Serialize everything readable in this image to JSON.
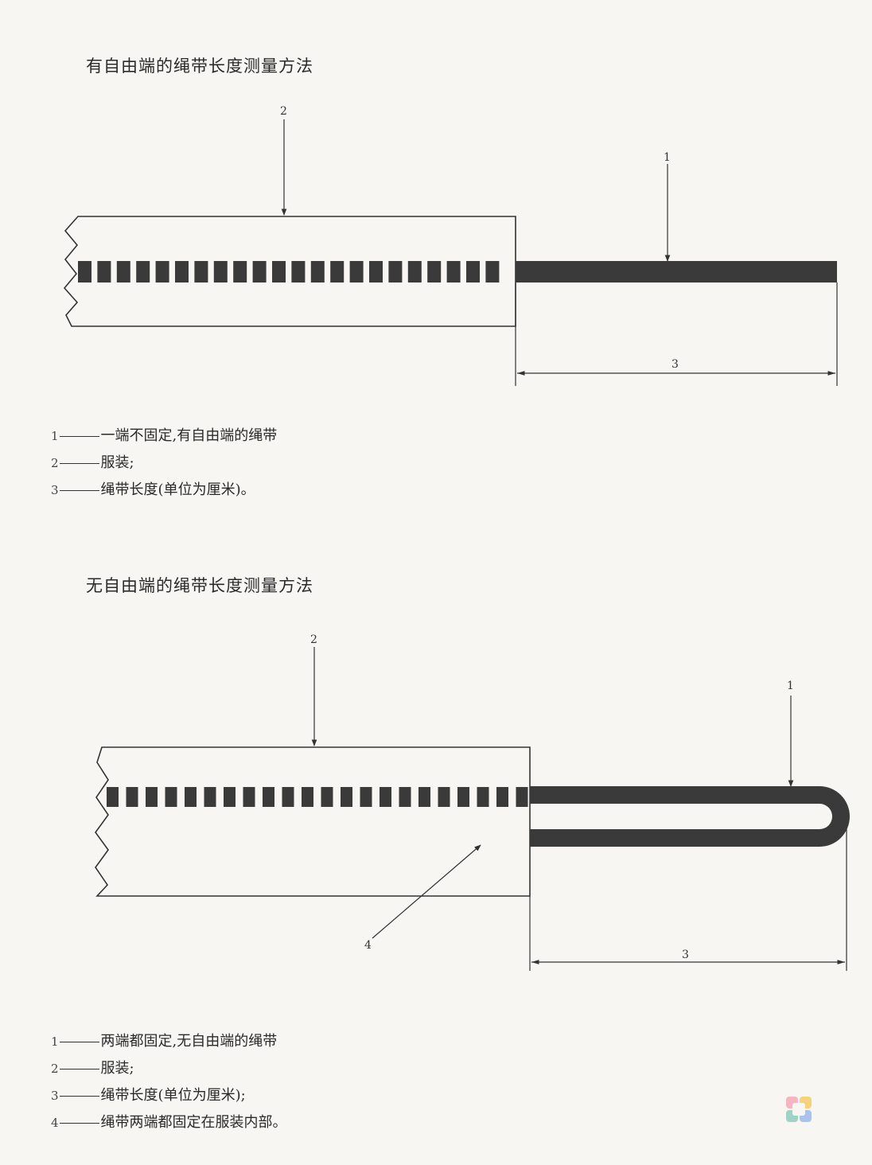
{
  "figure1": {
    "title": "有自由端的绳带长度测量方法",
    "labels": {
      "rope": "1",
      "garment": "2",
      "length": "3"
    },
    "legend": [
      {
        "num": "1",
        "text": "一端不固定,有自由端的绳带"
      },
      {
        "num": "2",
        "text": "服装;"
      },
      {
        "num": "3",
        "text": "绳带长度(单位为厘米)。"
      }
    ]
  },
  "figure2": {
    "title": "无自由端的绳带长度测量方法",
    "labels": {
      "rope": "1",
      "garment": "2",
      "length": "3",
      "inside": "4"
    },
    "legend": [
      {
        "num": "1",
        "text": "两端都固定,无自由端的绳带"
      },
      {
        "num": "2",
        "text": "服装;"
      },
      {
        "num": "3",
        "text": "绳带长度(单位为厘米);"
      },
      {
        "num": "4",
        "text": "绳带两端都固定在服装内部。"
      }
    ]
  },
  "colors": {
    "ink": "#333333",
    "page": "#f7f6f3",
    "rope": "#3a3a3a"
  },
  "watermark_icon": "cgstc-logo-icon"
}
